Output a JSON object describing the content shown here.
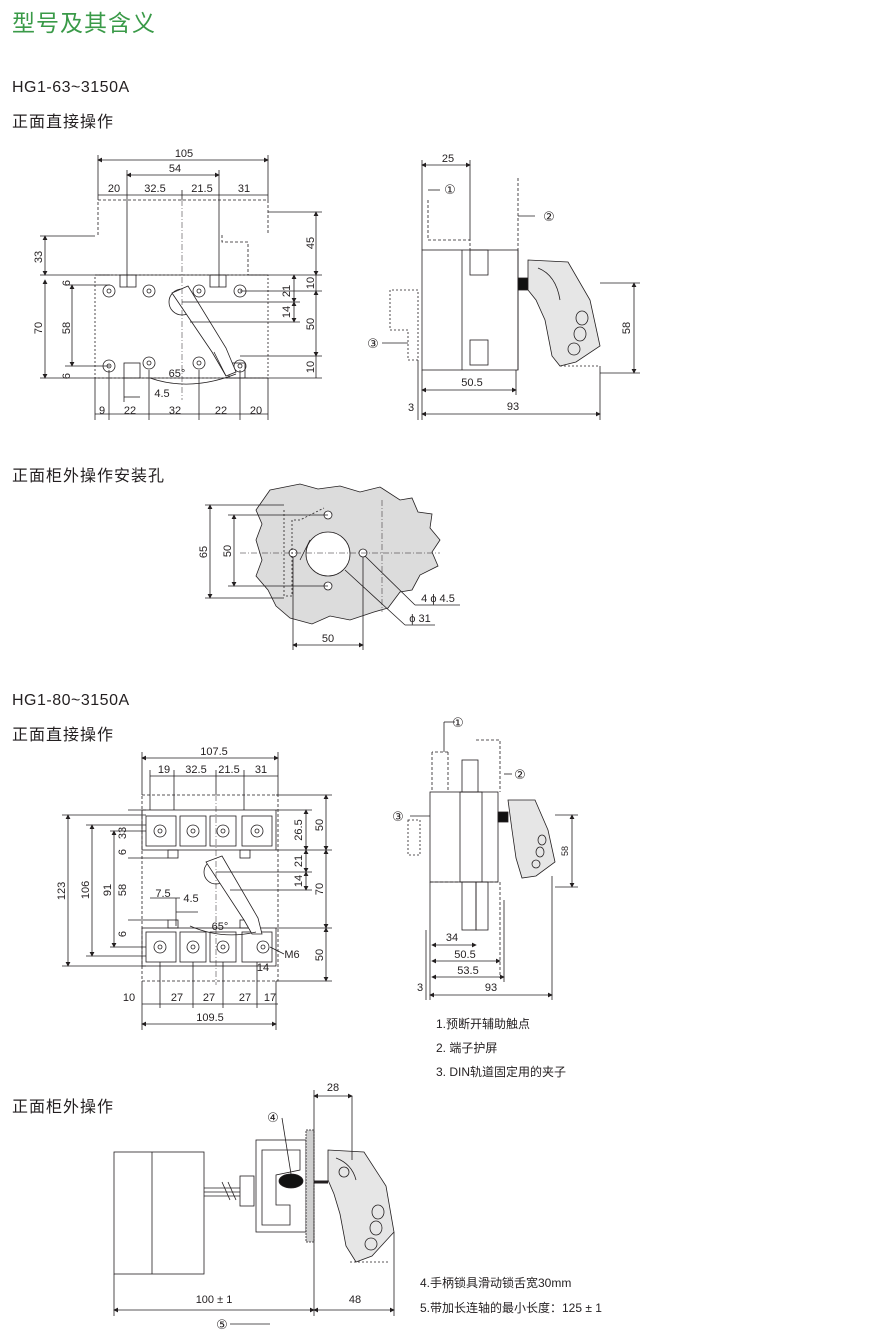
{
  "page_title": "型号及其含义",
  "section1": {
    "model": "HG1-63~3150A",
    "subtitle": "正面直接操作",
    "front_dims": {
      "w105": "105",
      "w54": "54",
      "w20": "20",
      "w32_5": "32.5",
      "w21_5": "21.5",
      "w31": "31",
      "v33": "33",
      "v6a": "6",
      "v70": "70",
      "v58": "58",
      "v6b": "6",
      "v45": "45",
      "v10a": "10",
      "v21": "21",
      "v14": "14",
      "v50": "50",
      "v10b": "10",
      "angle": "65°",
      "d4_5": "4.5",
      "b9": "9",
      "b22a": "22",
      "b32": "32",
      "b22b": "22",
      "b20": "20"
    },
    "side_dims": {
      "d25": "25",
      "c1": "①",
      "c2": "②",
      "c3": "③",
      "d58": "58",
      "d50_5": "50.5",
      "d3": "3",
      "d93": "93"
    }
  },
  "section2": {
    "subtitle": "正面柜外操作安装孔",
    "dims": {
      "d65": "65",
      "d50v": "50",
      "hole": "4 ϕ 4.5",
      "bore": "ϕ 31",
      "d50h": "50"
    }
  },
  "section3": {
    "model": "HG1-80~3150A",
    "subtitle": "正面直接操作",
    "front_dims": {
      "w107_5": "107.5",
      "w19": "19",
      "w32_5": "32.5",
      "w21_5": "21.5",
      "w31": "31",
      "v123": "123",
      "v106": "106",
      "v91": "91",
      "v33": "33",
      "v6a": "6",
      "v58": "58",
      "v6b": "6",
      "v7_5": "7.5",
      "v4_5": "4.5",
      "angle": "65°",
      "v26_5": "26.5",
      "v50a": "50",
      "v21": "21",
      "v14a": "14",
      "v70": "70",
      "v50b": "50",
      "m6": "M6",
      "v14b": "14",
      "b10": "10",
      "b27a": "27",
      "b27b": "27",
      "b27c": "27",
      "b17": "17",
      "b109_5": "109.5"
    },
    "side_dims": {
      "c1": "①",
      "c2": "②",
      "c3": "③",
      "d58": "58",
      "d34": "34",
      "d50_5": "50.5",
      "d53_5": "53.5",
      "d3": "3",
      "d93": "93"
    },
    "notes": [
      "1.预断开辅助触点",
      "2. 端子护屏",
      "3. DIN轨道固定用的夹子"
    ]
  },
  "section4": {
    "subtitle": "正面柜外操作",
    "dims": {
      "d28": "28",
      "c4": "④",
      "d100": "100 ± 1",
      "d48": "48",
      "c5": "⑤"
    },
    "notes": [
      "4.手柄锁具滑动锁舌宽30mm",
      "5.带加长连轴的最小长度：125 ± 1"
    ]
  },
  "colors": {
    "title": "#3a9a48",
    "line": "#231f20",
    "gray": "#dcdcdc",
    "dark": "#111111"
  }
}
